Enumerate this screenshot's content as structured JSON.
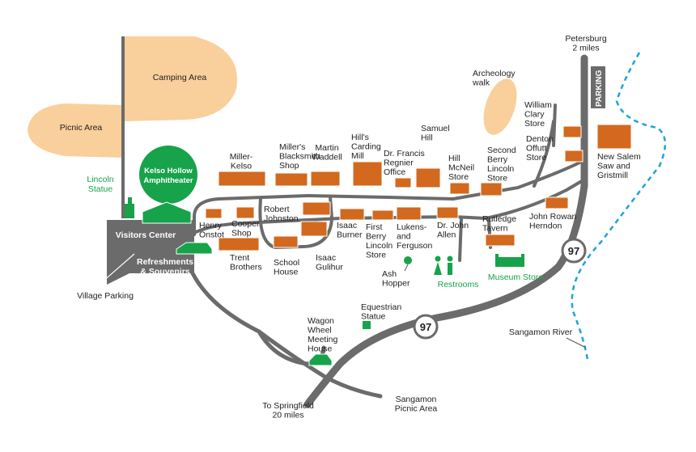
{
  "labels": {
    "camping": "Camping Area",
    "picnic": "Picnic Area",
    "amph1": "Kelso Hollow",
    "amph2": "Amphitheater",
    "lincoln1": "Lincoln",
    "lincoln2": "Statue",
    "visitors": "Visitors Center",
    "refresh1": "Refreshments",
    "refresh2": "& Souvenirs",
    "village_parking": "Village Parking",
    "miller_kelso": [
      "Miller-",
      "Kelso"
    ],
    "blacksmith": [
      "Miller's",
      "Blacksmith",
      "Shop"
    ],
    "martin": [
      "Martin",
      "Waddell"
    ],
    "carding": [
      "Hill's",
      "Carding",
      "Mill"
    ],
    "regnier": [
      "Dr. Francis",
      "Regnier",
      "Office"
    ],
    "samuel": [
      "Samuel",
      "Hill"
    ],
    "hill_mcneil": [
      "Hill",
      "McNeil",
      "Store"
    ],
    "second_berry": [
      "Second",
      "Berry",
      "Lincoln",
      "Store"
    ],
    "henry_onstot": [
      "Henry",
      "Onstot"
    ],
    "cooper": [
      "Cooper",
      "Shop"
    ],
    "trent": [
      "Trent",
      "Brothers"
    ],
    "robert": [
      "Robert",
      "Johnston"
    ],
    "school": [
      "School",
      "House"
    ],
    "isaac_gulihur": [
      "Isaac",
      "Gulihur"
    ],
    "isaac_burner": [
      "Isaac",
      "Burner"
    ],
    "first_berry": [
      "First",
      "Berry",
      "Lincoln",
      "Store"
    ],
    "lukens": [
      "Lukens-",
      "and",
      "Ferguson"
    ],
    "dr_allen": [
      "Dr. John",
      "Allen"
    ],
    "rutledge": [
      "Rutledge",
      "Tavern"
    ],
    "rowan": [
      "John Rowan",
      "Herndon"
    ],
    "ash": [
      "Ash",
      "Hopper"
    ],
    "restrooms": "Restrooms",
    "museum": "Museum Store",
    "archeology": [
      "Archeology",
      "walk"
    ],
    "clary": [
      "William",
      "Clary",
      "Store"
    ],
    "denton": [
      "Denton",
      "Offutt",
      "Store"
    ],
    "sawmill": [
      "New Salem",
      "Saw and",
      "Gristmill"
    ],
    "petersburg": [
      "Petersburg",
      "2 miles"
    ],
    "parking": "PARKING",
    "route": "97",
    "river": "Sangamon River",
    "equestrian": [
      "Equestrian",
      "Statue"
    ],
    "wagon": [
      "Wagon",
      "Wheel",
      "Meeting",
      "House"
    ],
    "springfield": [
      "To Springfield",
      "20 miles"
    ],
    "sangamon_picnic": [
      "Sangamon",
      "Picnic Area"
    ]
  },
  "colors": {
    "road": "#6b6b6b",
    "building": "#d2691e",
    "green": "#16a34a",
    "area": "#f9cf9b",
    "river": "#1fa3d6",
    "visitors": "#6b6b6b"
  }
}
